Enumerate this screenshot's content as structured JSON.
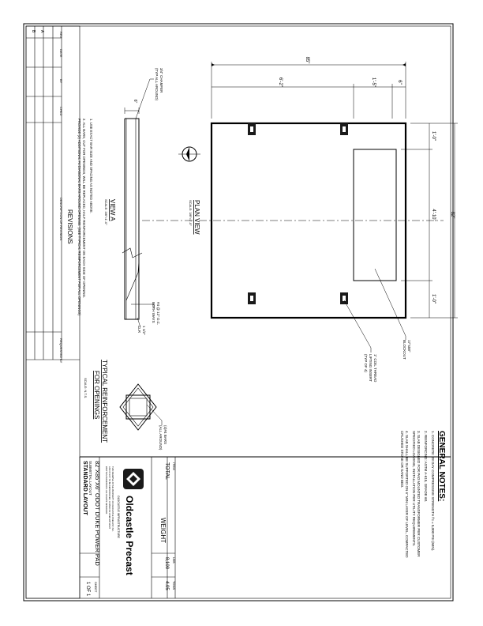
{
  "drawing": {
    "plan_view": {
      "title": "PLAN VIEW",
      "scale": "SCALE: 3/8\"=1'-0\"",
      "dim_overall_width": "85\"",
      "dim_left": "6'-2\"",
      "dim_mid": "1'-5\"",
      "dim_right": "6\"",
      "dim_overall_height": "82\"",
      "dim_top": "1'-0\"",
      "dim_center": "4'-10\"",
      "dim_bottom": "1'-0\"",
      "callout_blockout": [
        "17\"x58\"",
        "BLOCKOUT"
      ],
      "callout_insert": [
        "1\" COIL THREAD",
        "LIFTING INSERT",
        "(TYP OF 4)"
      ]
    },
    "view_a": {
      "title": "VIEW A",
      "scale": "SCALE: 3/8\"=1'-0\"",
      "chamfer": [
        "3/4\" CHAMFER",
        "(TYP ALL AROUND)"
      ],
      "thickness": "6\"",
      "rebar": [
        "#4 @ 12\" O.C.",
        "BOTH WAYS"
      ],
      "cover": [
        "1 1/2\"",
        "CLR"
      ]
    },
    "typical": {
      "title": [
        "TYPICAL REINFORCEMENT",
        "FOR OPENINGS"
      ],
      "scale": "SCALE: N.T.S.",
      "bars": [
        "(4)#4 BARS",
        "(ALL AROUND)"
      ]
    },
    "notes": [
      "1. USE EXACT BAR SIZE AND SPACING AS NOTED ABOVE.",
      "2. ALL BARS, CUT FOR OPENINGS, WILL BE REPLACED, HALF REINFORCEMENT ON EACH SIDE OF OPENING.",
      "   PROVIDE (2) ADDITIONAL #4 DIAGONAL BARS AROUND OPENING. (SEE TYPICAL REINFORCEMENT FOR ALL OPENINGS)"
    ]
  },
  "general_notes": {
    "title": "GENERAL NOTES:",
    "items": [
      "1. CONCRETE: 28 DAY COMPRESSIVE STRENGTH f'c = 5,000 PSI (MIN).",
      "2. REINFORCING: ASTM A-615, GRADE 60.",
      "3. SLAB DESIGNED FOR PAD MOUNTED TRANSFORMER PER CUSTOMER",
      "   SPECIFIED LOADING, INSTALLATION PER UTILITY REQUIREMENTS.",
      "4. SLAB SHALL BE SUPPORTED ON 6\" MIN LAYER OF LEVEL, COMPACTED",
      "   CRUSHED STONE OR SAND BED."
    ]
  },
  "revisions": {
    "title": "REVISIONS",
    "headers": [
      "REV",
      "DATE",
      "BY",
      "CHKD",
      "DESCRIPTION OF REVISION",
      "REQUESTED BY"
    ],
    "rows": [
      [
        "B",
        "",
        "",
        "",
        "",
        ""
      ],
      [
        "A",
        "",
        "",
        "",
        "",
        ""
      ]
    ]
  },
  "weight": {
    "title": "WEIGHT",
    "headers": [
      "ITEM",
      "LBS",
      "TONS"
    ],
    "rows": [
      [
        "TOTAL",
        "8,100",
        "4.05"
      ]
    ]
  },
  "title_block": {
    "company": "Oldcastle Precast",
    "company_sub": "OLDCASTLE INFRASTRUCTURE",
    "fine_print": [
      "THIS DRAWING IS THE PROPERTY OF OLDCASTLE PRECAST, INC.",
      "AND IS NOT TO BE REPRODUCED, COPIED OR USED WITHOUT",
      "WRITTEN PERMISSION. ALL RIGHTS RESERVED."
    ],
    "drawing_title": "82\"X85\"X6\" ODOT DUKE POWER PAD",
    "subtitle": "SUBMITTAL LAYOUT",
    "layout": "STANDARD LAYOUT",
    "sheet_label": "SHEET",
    "sheet_value": "1 OF 1"
  }
}
